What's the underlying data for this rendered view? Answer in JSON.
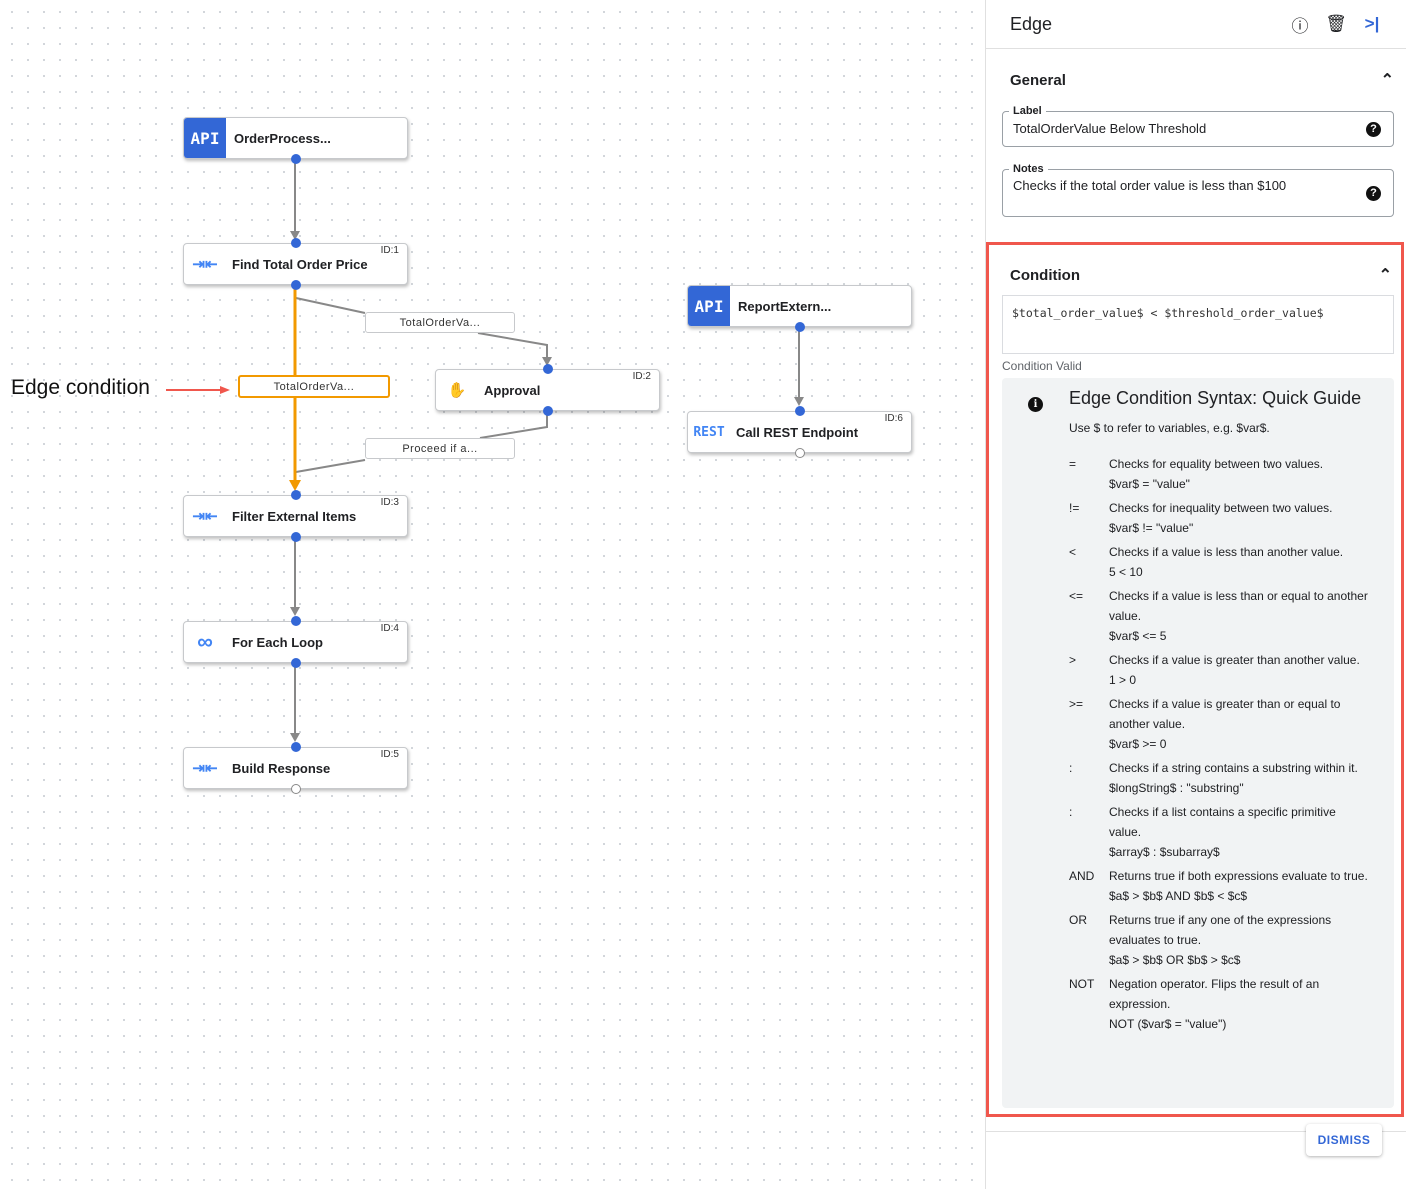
{
  "annotation": {
    "text": "Edge condition",
    "color": "#f0574d"
  },
  "colors": {
    "accent": "#3367d6",
    "selected_edge": "#f29900",
    "highlight_box": "#f0574d"
  },
  "nodes": [
    {
      "title": "OrderProcess...",
      "icon": "API",
      "icon_name": "api-icon",
      "id": ""
    },
    {
      "title": "Find Total Order Price",
      "icon": "⇥⇤",
      "icon_name": "merge-arrows-icon",
      "id": "ID:1"
    },
    {
      "title": "Approval",
      "icon": "✋",
      "icon_name": "hand-icon",
      "id": "ID:2"
    },
    {
      "title": "Filter External Items",
      "icon": "⇥⇤",
      "icon_name": "merge-arrows-icon",
      "id": "ID:3"
    },
    {
      "title": "For Each Loop",
      "icon": "∞",
      "icon_name": "loop-icon",
      "id": "ID:4"
    },
    {
      "title": "Build Response",
      "icon": "⇥⇤",
      "icon_name": "merge-arrows-icon",
      "id": "ID:5"
    },
    {
      "title": "ReportExtern...",
      "icon": "API",
      "icon_name": "api-icon",
      "id": ""
    },
    {
      "title": "Call REST Endpoint",
      "icon": "REST",
      "icon_name": "rest-icon",
      "id": "ID:6"
    }
  ],
  "edge_labels": [
    "TotalOrderVa...",
    "TotalOrderVa...",
    "Proceed if a..."
  ],
  "panel": {
    "title": "Edge",
    "general": {
      "title": "General",
      "label_legend": "Label",
      "label_value": "TotalOrderValue Below Threshold",
      "notes_legend": "Notes",
      "notes_value": "Checks if the total order value is less than $100"
    },
    "condition": {
      "title": "Condition",
      "value": "$total_order_value$ < $threshold_order_value$",
      "status": "Condition Valid"
    },
    "guide": {
      "title": "Edge Condition Syntax: Quick Guide",
      "intro": "Use $ to refer to variables, e.g. $var$.",
      "rows": [
        {
          "op": "=",
          "desc": "Checks for equality between two values.",
          "ex": "$var$ = \"value\""
        },
        {
          "op": "!=",
          "desc": "Checks for inequality between two values.",
          "ex": "$var$ != \"value\""
        },
        {
          "op": "<",
          "desc": "Checks if a value is less than another value.",
          "ex": "5 < 10"
        },
        {
          "op": "<=",
          "desc": "Checks if a value is less than or equal to another value.",
          "ex": "$var$ <= 5"
        },
        {
          "op": ">",
          "desc": "Checks if a value is greater than another value.",
          "ex": "1 > 0"
        },
        {
          "op": ">=",
          "desc": "Checks if a value is greater than or equal to another value.",
          "ex": "$var$ >= 0"
        },
        {
          "op": ":",
          "desc": "Checks if a string contains a substring within it.",
          "ex": "$longString$ : \"substring\""
        },
        {
          "op": ":",
          "desc": "Checks if a list contains a specific primitive value.",
          "ex": "$array$ : $subarray$"
        },
        {
          "op": "AND",
          "desc": "Returns true if both expressions evaluate to true.",
          "ex": "$a$ > $b$ AND $b$ < $c$"
        },
        {
          "op": "OR",
          "desc": "Returns true if any one of the expressions evaluates to true.",
          "ex": "$a$ > $b$ OR $b$ > $c$"
        },
        {
          "op": "NOT",
          "desc": "Negation operator. Flips the result of an expression.",
          "ex": "NOT ($var$ = \"value\")"
        }
      ]
    },
    "dismiss": "DISMISS"
  }
}
